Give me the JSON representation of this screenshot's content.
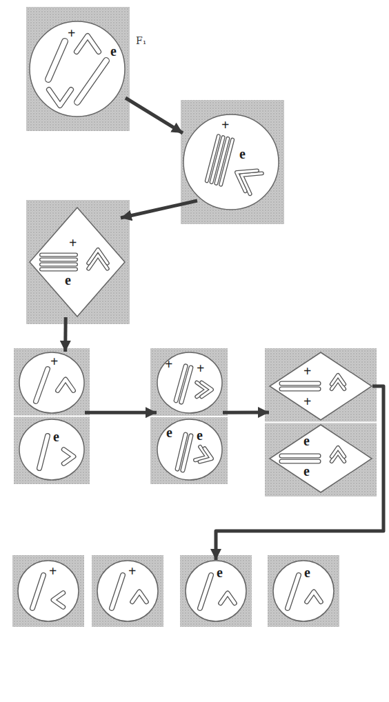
{
  "diagram": {
    "nodes": [
      {
        "text": [
          "+",
          "e"
        ]
      },
      {
        "text": [
          "+",
          "e"
        ]
      },
      {
        "text": [
          "+",
          "e"
        ]
      },
      {
        "text": [
          "+"
        ]
      },
      {
        "text": [
          "e"
        ]
      },
      {
        "text": [
          "+",
          "+"
        ]
      },
      {
        "text": [
          "e",
          "e"
        ]
      },
      {
        "text": [
          "+",
          "+"
        ]
      },
      {
        "text": [
          "e",
          "e"
        ]
      },
      {
        "text": [
          "+"
        ]
      },
      {
        "text": [
          "+"
        ]
      },
      {
        "text": [
          "e"
        ]
      },
      {
        "text": [
          "e"
        ]
      }
    ],
    "edges": [
      {
        "from": 0,
        "to": 1,
        "arrow": "to"
      },
      {
        "from": 1,
        "to": 2,
        "arrow": "to"
      },
      {
        "from": 2,
        "to": 3,
        "arrow": "to"
      },
      {
        "from": 3,
        "to": 5,
        "arrow": "to"
      },
      {
        "from": 5,
        "to": 7,
        "arrow": "to"
      },
      {
        "from": 7,
        "to": 11,
        "arrow": "to"
      }
    ],
    "labels": [
      "F₁"
    ]
  }
}
